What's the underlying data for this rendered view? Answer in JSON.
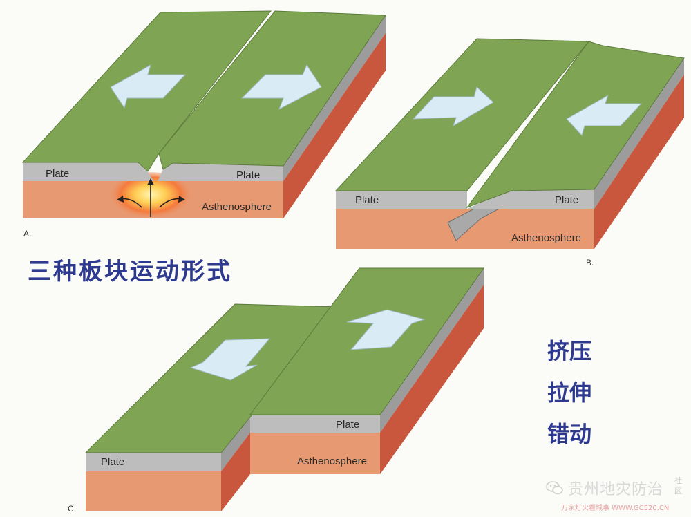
{
  "title": "三种板块运动形式",
  "motion_types": [
    "挤压",
    "拉伸",
    "错动"
  ],
  "panels": {
    "a": {
      "letter": "A.",
      "plate_left": "Plate",
      "plate_right": "Plate",
      "asthenosphere": "Asthenosphere"
    },
    "b": {
      "letter": "B.",
      "plate_left": "Plate",
      "plate_right": "Plate",
      "asthenosphere": "Asthenosphere"
    },
    "c": {
      "letter": "C.",
      "plate_left": "Plate",
      "plate_right": "Plate",
      "asthenosphere": "Asthenosphere"
    }
  },
  "watermark": {
    "text": "贵州地灾防治",
    "sub": "万家灯火看城事 WWW.GC520.CN",
    "side": "社区"
  },
  "colors": {
    "plate_top": "#7fa453",
    "plate_edge": "#b3b3b3",
    "asthenosphere": "#e79a72",
    "asth_side": "#c9573d",
    "arrow": "#d9ecf5",
    "text_blue": "#2e3a8f"
  }
}
